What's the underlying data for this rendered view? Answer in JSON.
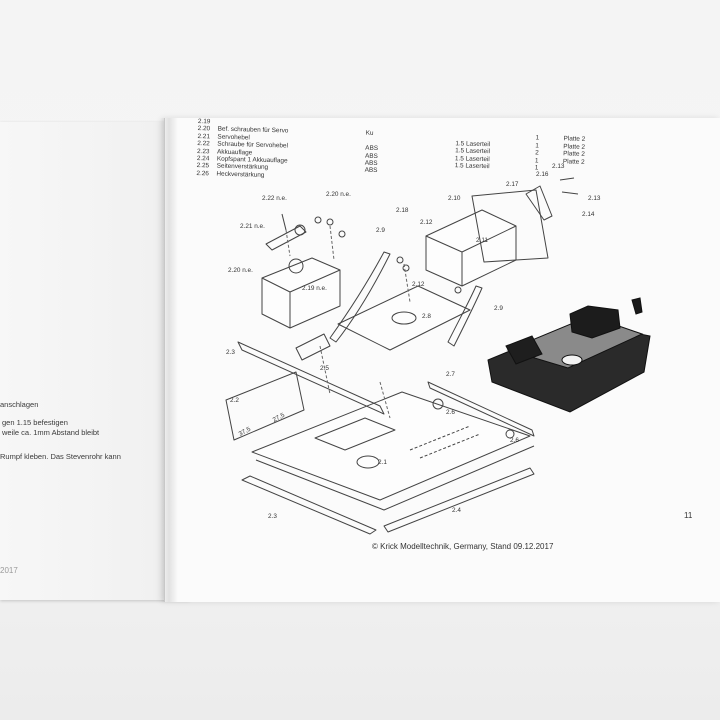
{
  "left_page": {
    "lines": [
      "anschlagen",
      "gen 1.15 befestigen",
      "weile ca. 1mm Abstand bleibt",
      "Rumpf kleben. Das Stevenrohr kann"
    ],
    "footer_date": "2017"
  },
  "right_page": {
    "parts_table": [
      {
        "nr": "2.19",
        "name": "",
        "material": "",
        "dims": "",
        "qty": "",
        "note": ""
      },
      {
        "nr": "2.20",
        "name": "Bef. schrauben für Servo",
        "material": "Ku",
        "dims": "",
        "qty": "1",
        "note": "Platte 2"
      },
      {
        "nr": "2.21",
        "name": "Servohebel",
        "material": "",
        "dims": "1.5 Laserteil",
        "qty": "1",
        "note": "Platte 2"
      },
      {
        "nr": "2.22",
        "name": "Schraube für Servohebel",
        "material": "ABS",
        "dims": "1.5 Laserteil",
        "qty": "2",
        "note": "Platte 2"
      },
      {
        "nr": "2.23",
        "name": "Akkuauflage",
        "material": "ABS",
        "dims": "1.5 Laserteil",
        "qty": "1",
        "note": "Platte 2"
      },
      {
        "nr": "2.24",
        "name": "Kopfspant 1 Akkuauflage",
        "material": "ABS",
        "dims": "1.5 Laserteil",
        "qty": "1",
        "note": ""
      },
      {
        "nr": "2.25",
        "name": "Seitenverstärkung",
        "material": "ABS",
        "dims": "",
        "qty": "",
        "note": ""
      },
      {
        "nr": "2.26",
        "name": "Heckverstärkung",
        "material": "",
        "dims": "",
        "qty": "",
        "note": ""
      }
    ],
    "callouts": {
      "c213a": "2.13",
      "c216": "2.16",
      "c217": "2.17",
      "c213b": "2.13",
      "c214": "2.14",
      "c210": "2.10",
      "c222": "2.22 n.e.",
      "c220a": "2.20 n.e.",
      "c218": "2.18",
      "c221": "2.21 n.e.",
      "c29a": "2.9",
      "c212a": "2.12",
      "c211": "2.11",
      "c220b": "2.20 n.e.",
      "c219": "2.19 n.e.",
      "c212b": "2.12",
      "c28": "2.8",
      "c29b": "2.9",
      "c23a": "2.3",
      "c25": "2.5",
      "c27": "2.7",
      "c22": "2.2",
      "c26a": "2.6",
      "c26b": "2.6",
      "c21": "2.1",
      "c24": "2.4",
      "c23b": "2.3",
      "t375": "37,5",
      "t275": "27,5"
    },
    "page_number": "11",
    "copyright": "© Krick Modelltechnik, Germany, Stand 09.12.2017"
  }
}
